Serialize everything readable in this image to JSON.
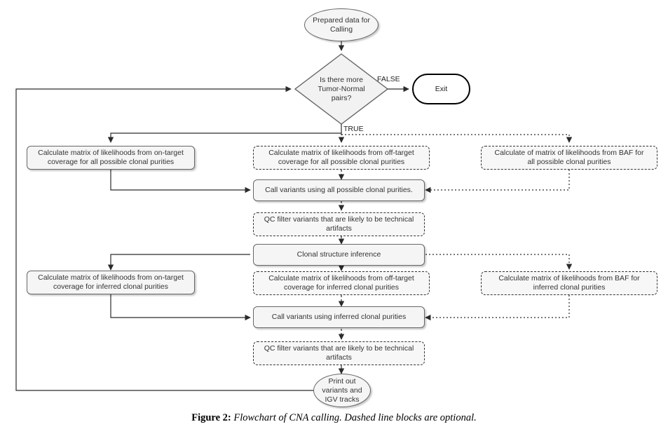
{
  "figure": {
    "caption_label": "Figure 2:",
    "caption_text": "Flowchart of CNA calling. Dashed line blocks are optional."
  },
  "palette": {
    "box_fill": "#f5f5f5",
    "box_stroke": "#666666",
    "dashed_stroke": "#333333",
    "exit_stroke": "#000000",
    "text": "#333333",
    "edge": "#3b3b3b",
    "background": "#ffffff"
  },
  "flowchart": {
    "title": "Flowchart of CNA calling",
    "nodes": {
      "start": {
        "id": "prepared-data",
        "shape": "ellipse",
        "style": "solid",
        "label": "Prepared data for\nCalling"
      },
      "decision": {
        "id": "more-pairs-decision",
        "shape": "diamond",
        "style": "solid",
        "label": "Is there more\nTumor-Normal\npairs?"
      },
      "exit": {
        "id": "exit",
        "shape": "stadium",
        "style": "solid-bold",
        "label": "Exit"
      },
      "on_target_all": {
        "id": "on-target-all-purities",
        "shape": "process",
        "style": "solid",
        "label": "Calculate matrix of likelihoods from on-target\ncoverage for all possible clonal purities"
      },
      "off_target_all": {
        "id": "off-target-all-purities",
        "shape": "process",
        "style": "dashed",
        "label": "Calculate matrix of likelihoods from off-target\ncoverage for all possible clonal purities"
      },
      "baf_all": {
        "id": "baf-all-purities",
        "shape": "process",
        "style": "dashed",
        "label": "Calculate of matrix of likelihoods from BAF for\nall possible clonal purities"
      },
      "call_all": {
        "id": "call-variants-all-purities",
        "shape": "process",
        "style": "solid",
        "label": "Call variants using all possible clonal purities."
      },
      "qc_all": {
        "id": "qc-filter-all",
        "shape": "process",
        "style": "dashed",
        "label": "QC filter variants that are likely to be technical\nartifacts"
      },
      "clonal_inference": {
        "id": "clonal-structure-inference",
        "shape": "process",
        "style": "solid",
        "label": "Clonal structure inference"
      },
      "on_target_inferred": {
        "id": "on-target-inferred-purities",
        "shape": "process",
        "style": "solid",
        "label": "Calculate matrix of likelihoods from on-target\ncoverage for inferred clonal purities"
      },
      "off_target_inferred": {
        "id": "off-target-inferred-purities",
        "shape": "process",
        "style": "dashed",
        "label": "Calculate matrix of likelihoods from off-target\ncoverage for inferred clonal purities"
      },
      "baf_inferred": {
        "id": "baf-inferred-purities",
        "shape": "process",
        "style": "dashed",
        "label": "Calculate matrix of likelihoods from BAF for\ninferred clonal purities"
      },
      "call_inferred": {
        "id": "call-variants-inferred-purities",
        "shape": "process",
        "style": "solid",
        "label": "Call variants using inferred clonal purities"
      },
      "qc_inferred": {
        "id": "qc-filter-inferred",
        "shape": "process",
        "style": "dashed",
        "label": "QC filter variants that are likely to be technical\nartifacts"
      },
      "print_out": {
        "id": "print-out-results",
        "shape": "ellipse",
        "style": "solid",
        "label": "Print out\nvariants and\nIGV tracks"
      }
    },
    "edge_labels": {
      "decision_false": "FALSE",
      "decision_true": "TRUE"
    }
  }
}
